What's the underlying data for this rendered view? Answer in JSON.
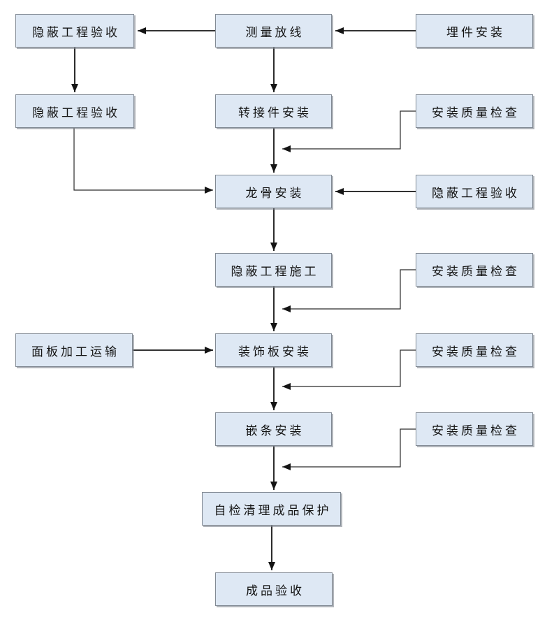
{
  "diagram": {
    "background_color": "#ffffff",
    "node_fill_color": "#dee8f4",
    "node_border_color": "#828a94",
    "arrow_color": "#141414",
    "nodes": [
      {
        "id": "concealed-acceptance-1",
        "label": "隐蔽工程验收"
      },
      {
        "id": "survey-layout",
        "label": "测量放线"
      },
      {
        "id": "embed-install",
        "label": "埋件安装"
      },
      {
        "id": "concealed-acceptance-2",
        "label": "隐蔽工程验收"
      },
      {
        "id": "adapter-install",
        "label": "转接件安装"
      },
      {
        "id": "quality-check-1",
        "label": "安装质量检查"
      },
      {
        "id": "keel-install",
        "label": "龙骨安装"
      },
      {
        "id": "concealed-acceptance-3",
        "label": "隐蔽工程验收"
      },
      {
        "id": "concealed-construction",
        "label": "隐蔽工程施工"
      },
      {
        "id": "quality-check-2",
        "label": "安装质量检查"
      },
      {
        "id": "panel-processing",
        "label": "面板加工运输"
      },
      {
        "id": "decorative-panel-install",
        "label": "装饰板安装"
      },
      {
        "id": "quality-check-3",
        "label": "安装质量检查"
      },
      {
        "id": "inlay-install",
        "label": "嵌条安装"
      },
      {
        "id": "quality-check-4",
        "label": "安装质量检查"
      },
      {
        "id": "self-check-protect",
        "label": "自检清理成品保护"
      },
      {
        "id": "finished-acceptance",
        "label": "成品验收"
      }
    ],
    "edges": [
      {
        "from": "embed-install",
        "to": "survey-layout"
      },
      {
        "from": "survey-layout",
        "to": "concealed-acceptance-1"
      },
      {
        "from": "concealed-acceptance-1",
        "to": "concealed-acceptance-2"
      },
      {
        "from": "survey-layout",
        "to": "adapter-install"
      },
      {
        "from": "adapter-install",
        "to": "keel-install"
      },
      {
        "from": "quality-check-1",
        "to": "keel-install"
      },
      {
        "from": "concealed-acceptance-2",
        "to": "keel-install"
      },
      {
        "from": "concealed-acceptance-3",
        "to": "keel-install"
      },
      {
        "from": "keel-install",
        "to": "concealed-construction"
      },
      {
        "from": "quality-check-2",
        "to": "decorative-panel-install"
      },
      {
        "from": "concealed-construction",
        "to": "decorative-panel-install"
      },
      {
        "from": "panel-processing",
        "to": "decorative-panel-install"
      },
      {
        "from": "decorative-panel-install",
        "to": "inlay-install"
      },
      {
        "from": "quality-check-3",
        "to": "inlay-install"
      },
      {
        "from": "inlay-install",
        "to": "self-check-protect"
      },
      {
        "from": "quality-check-4",
        "to": "self-check-protect"
      },
      {
        "from": "self-check-protect",
        "to": "finished-acceptance"
      }
    ]
  }
}
